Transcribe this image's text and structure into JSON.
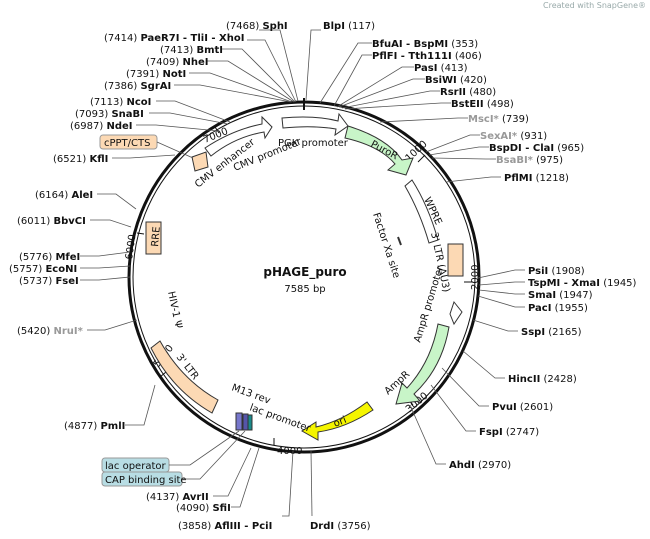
{
  "watermark": "Created with SnapGene®",
  "plasmid": {
    "name": "pHAGE_puro",
    "length": "7585 bp"
  },
  "ticks": [
    "1000",
    "2000",
    "3000",
    "4000",
    "5000",
    "6000",
    "7000"
  ],
  "sites": [
    {
      "name": "SphI",
      "pos": "(7468)"
    },
    {
      "name": "PaeR7I - TliI - XhoI",
      "pos": "(7414)"
    },
    {
      "name": "BmtI",
      "pos": "(7413)"
    },
    {
      "name": "NheI",
      "pos": "(7409)"
    },
    {
      "name": "NotI",
      "pos": "(7391)"
    },
    {
      "name": "SgrAI",
      "pos": "(7386)"
    },
    {
      "name": "NcoI",
      "pos": "(7113)"
    },
    {
      "name": "SnaBI",
      "pos": "(7093)"
    },
    {
      "name": "NdeI",
      "pos": "(6987)"
    },
    {
      "name": "KflI",
      "pos": "(6521)"
    },
    {
      "name": "AleI",
      "pos": "(6164)"
    },
    {
      "name": "BbvCI",
      "pos": "(6011)"
    },
    {
      "name": "MfeI",
      "pos": "(5776)"
    },
    {
      "name": "EcoNI",
      "pos": "(5757)"
    },
    {
      "name": "FseI",
      "pos": "(5737)"
    },
    {
      "name": "NruI*",
      "pos": "(5420)"
    },
    {
      "name": "PmlI",
      "pos": "(4877)"
    },
    {
      "name": "AvrII",
      "pos": "(4137)"
    },
    {
      "name": "SfiI",
      "pos": "(4090)"
    },
    {
      "name": "AflIII - PciI",
      "pos": "(3858)"
    },
    {
      "name": "DrdI",
      "pos": "(3756)"
    },
    {
      "name": "BlpI",
      "pos": "(117)"
    },
    {
      "name": "BfuAI - BspMI",
      "pos": "(353)"
    },
    {
      "name": "PflFI - Tth111I",
      "pos": "(406)"
    },
    {
      "name": "PasI",
      "pos": "(413)"
    },
    {
      "name": "BsiWI",
      "pos": "(420)"
    },
    {
      "name": "RsrII",
      "pos": "(480)"
    },
    {
      "name": "BstEII",
      "pos": "(498)"
    },
    {
      "name": "MscI*",
      "pos": "(739)"
    },
    {
      "name": "SexAI*",
      "pos": "(931)"
    },
    {
      "name": "BspDI - ClaI",
      "pos": "(965)"
    },
    {
      "name": "BsaBI*",
      "pos": "(975)"
    },
    {
      "name": "PflMI",
      "pos": "(1218)"
    },
    {
      "name": "PsiI",
      "pos": "(1908)"
    },
    {
      "name": "TspMI - XmaI",
      "pos": "(1945)"
    },
    {
      "name": "SmaI",
      "pos": "(1947)"
    },
    {
      "name": "PacI",
      "pos": "(1955)"
    },
    {
      "name": "SspI",
      "pos": "(2165)"
    },
    {
      "name": "HincII",
      "pos": "(2428)"
    },
    {
      "name": "PvuI",
      "pos": "(2601)"
    },
    {
      "name": "FspI",
      "pos": "(2747)"
    },
    {
      "name": "AhdI",
      "pos": "(2970)"
    }
  ],
  "features": {
    "puror": "PuroR",
    "wpre": "WPRE",
    "ltr3_dU3": "3' LTR (ΔU3)",
    "factor_xa": "Factor Xa site",
    "ampr_promoter": "AmpR promoter",
    "ampr": "AmpR",
    "ori": "ori",
    "lac_promoter": "lac promoter",
    "m13_rev": "M13 rev",
    "ltr3": "3' LTR",
    "hiv_psi": "HIV-1 Ψ",
    "rre": "RRE",
    "cmv_promoter": "CMV promoter",
    "cmv_enhancer": "CMV enhancer",
    "pgk_promoter": "PGK promoter"
  },
  "boxed_labels": {
    "cppt": "cPPT/CTS",
    "lac_operator": "lac operator",
    "cap_site": "CAP binding site"
  },
  "colors": {
    "backbone": "#111111",
    "puror": "#c8f5c8",
    "ampr": "#c8f5c8",
    "ori": "#f5f500",
    "ltr": "#fcd9b4",
    "cppt_box": "#fcd9b4",
    "lac_box": "#b8dde4",
    "disabled_site": "#999999"
  }
}
